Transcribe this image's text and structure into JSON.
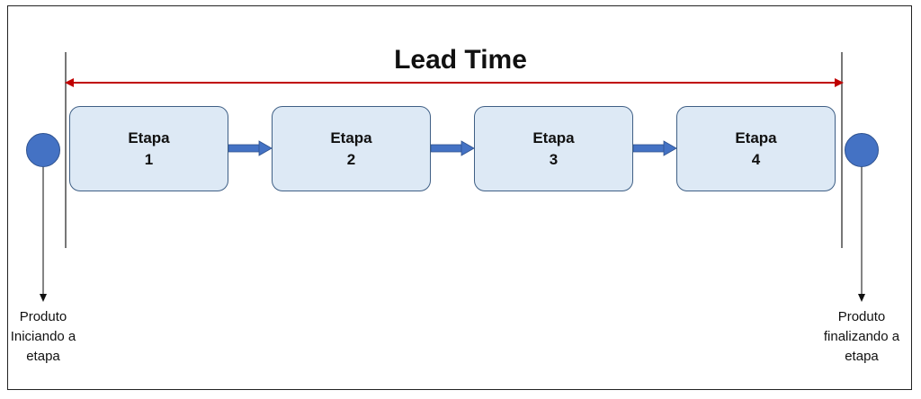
{
  "title": "Lead Time",
  "steps": [
    {
      "label": "Etapa",
      "number": "1"
    },
    {
      "label": "Etapa",
      "number": "2"
    },
    {
      "label": "Etapa",
      "number": "3"
    },
    {
      "label": "Etapa",
      "number": "4"
    }
  ],
  "start": {
    "lines": [
      "Produto",
      "Iniciando a",
      "etapa"
    ]
  },
  "end": {
    "lines": [
      "Produto",
      "finalizando a",
      "etapa"
    ]
  },
  "colors": {
    "lead_time_arrow": "#c00000",
    "step_fill": "#dde9f5",
    "step_border": "#3f5f85",
    "connector_arrow": "#4472c4",
    "node_fill": "#4472c4"
  }
}
